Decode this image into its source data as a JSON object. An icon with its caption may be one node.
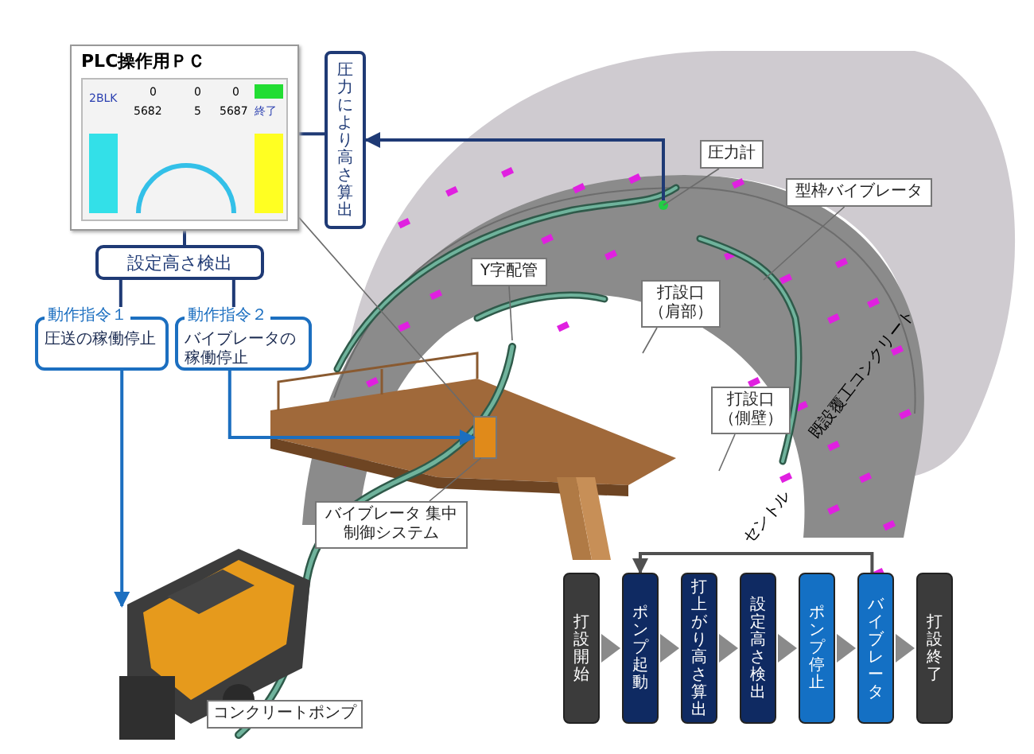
{
  "diagram": {
    "nodes": [
      {
        "text": [
          "PLC操作用ＰＣ"
        ]
      },
      {
        "text": [
          "圧力により高さ算出"
        ]
      },
      {
        "text": [
          "設定高さ検出"
        ]
      },
      {
        "text": [
          "動作指令１",
          "圧送の稼働停止"
        ]
      },
      {
        "text": [
          "動作指令２",
          "バイブレータの稼働停止"
        ]
      },
      {
        "text": [
          "圧力計"
        ]
      },
      {
        "text": [
          "型枠バイブレータ"
        ]
      },
      {
        "text": [
          "Y字配管"
        ]
      },
      {
        "text": [
          "打設口（肩部）"
        ]
      },
      {
        "text": [
          "打設口（側壁）"
        ]
      },
      {
        "text": [
          "バイブレータ 集中制御システム"
        ]
      },
      {
        "text": [
          "コンクリートポンプ"
        ]
      },
      {
        "text": [
          "打設開始"
        ]
      },
      {
        "text": [
          "ポンプ起動"
        ]
      },
      {
        "text": [
          "打上がり高さ算出"
        ]
      },
      {
        "text": [
          "設定高さ検出"
        ]
      },
      {
        "text": [
          "ポンプ停止"
        ]
      },
      {
        "text": [
          "バイブレータ"
        ]
      },
      {
        "text": [
          "打設終了"
        ]
      },
      {
        "text": [],
        "shape": "circle"
      },
      {
        "text": [],
        "shape": "box"
      },
      {
        "text": [],
        "shape": "picture"
      }
    ],
    "edges": [
      {
        "from": 19,
        "to": 1,
        "arrow": "to",
        "color": "#1f3a75"
      },
      {
        "from": 0,
        "to": 1,
        "arrow": "none",
        "color": "#1f3a75"
      },
      {
        "from": 0,
        "to": 2,
        "arrow": "none",
        "color": "#1f3a75"
      },
      {
        "from": 2,
        "to": 3,
        "arrow": "none",
        "color": "#1f3a75"
      },
      {
        "from": 2,
        "to": 4,
        "arrow": "none",
        "color": "#1f3a75"
      },
      {
        "from": 3,
        "to": 21,
        "arrow": "to",
        "color": "#1c6fc0"
      },
      {
        "from": 4,
        "to": 20,
        "arrow": "to",
        "color": "#1c6fc0"
      },
      {
        "from": 0,
        "to": 20,
        "arrow": "none"
      },
      {
        "from": 5,
        "to": 19,
        "arrow": "none"
      },
      {
        "from": 6,
        "to": null,
        "arrow": "none"
      },
      {
        "from": 7,
        "to": null,
        "arrow": "none"
      },
      {
        "from": 8,
        "to": null,
        "arrow": "none"
      },
      {
        "from": 9,
        "to": null,
        "arrow": "none"
      },
      {
        "from": 10,
        "to": 20,
        "arrow": "none"
      },
      {
        "from": 12,
        "to": 13,
        "arrow": "to",
        "color": "#8a8a8a"
      },
      {
        "from": 13,
        "to": 14,
        "arrow": "to",
        "color": "#8a8a8a"
      },
      {
        "from": 14,
        "to": 15,
        "arrow": "to",
        "color": "#8a8a8a"
      },
      {
        "from": 15,
        "to": 16,
        "arrow": "to",
        "color": "#8a8a8a"
      },
      {
        "from": 16,
        "to": 17,
        "arrow": "to",
        "color": "#8a8a8a"
      },
      {
        "from": 17,
        "to": 18,
        "arrow": "to",
        "color": "#8a8a8a"
      },
      {
        "from": 17,
        "to": 13,
        "arrow": "to",
        "color": "#505050"
      }
    ],
    "labels": [
      "2BLK",
      "0",
      "0",
      "0",
      "5682",
      "5",
      "5687",
      "終了",
      "既設覆工コンクリート",
      "セントル"
    ]
  }
}
